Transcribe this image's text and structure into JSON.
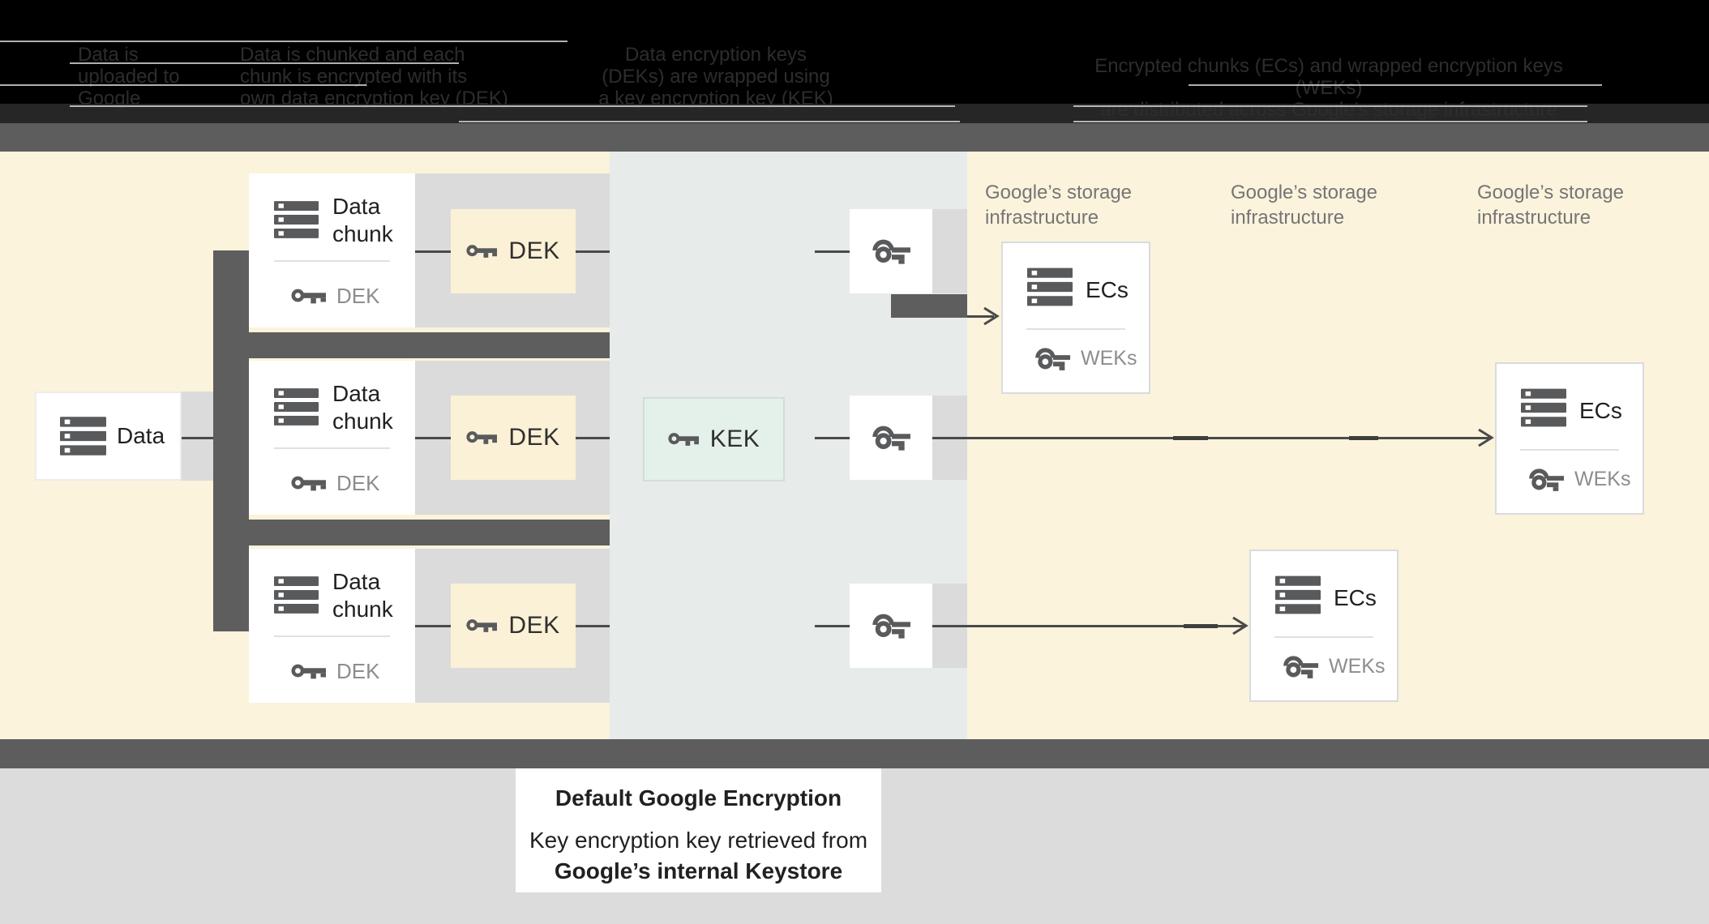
{
  "header": {
    "columns": [
      {
        "lines": [
          "Data is",
          "uploaded to",
          "Google"
        ]
      },
      {
        "lines": [
          "Data is chunked and each",
          "chunk is encrypted with its",
          "own data encryption key (DEK)"
        ]
      },
      {
        "lines": [
          "Data encryption keys",
          "(DEKs) are wrapped using",
          "a key encryption key (KEK)"
        ]
      },
      {
        "lines": [
          "Encrypted chunks (ECs) and wrapped encryption keys (WEKs)",
          "are distributed across Google’s storage infrastructure"
        ]
      }
    ]
  },
  "diagram": {
    "data_label": "Data",
    "chunk_title": "Data chunk",
    "chunk_key_label": "DEK",
    "dek_label": "DEK",
    "kek_label": "KEK",
    "ecs_label": "ECs",
    "weks_label": "WEKs",
    "storage_label_line1": "Google’s storage",
    "storage_label_line2": "infrastructure"
  },
  "caption": {
    "title": "Default Google Encryption",
    "line1": "Key encryption key retrieved from",
    "line2": "Google’s internal Keystore"
  },
  "colors": {
    "background_cream": "#fbf3dc",
    "kek_band": "#e7ebea",
    "gray_strip": "#dbdbdb",
    "dark_connector": "#5e5e5e",
    "divider_bar": "#5d5d5d",
    "dek_box_fill": "#fbf1d6",
    "kek_box_fill": "#e3f1ea",
    "footer_gray": "#dcdcdc",
    "icon_gray": "#595a5c",
    "line_color": "#4a4a4a"
  }
}
